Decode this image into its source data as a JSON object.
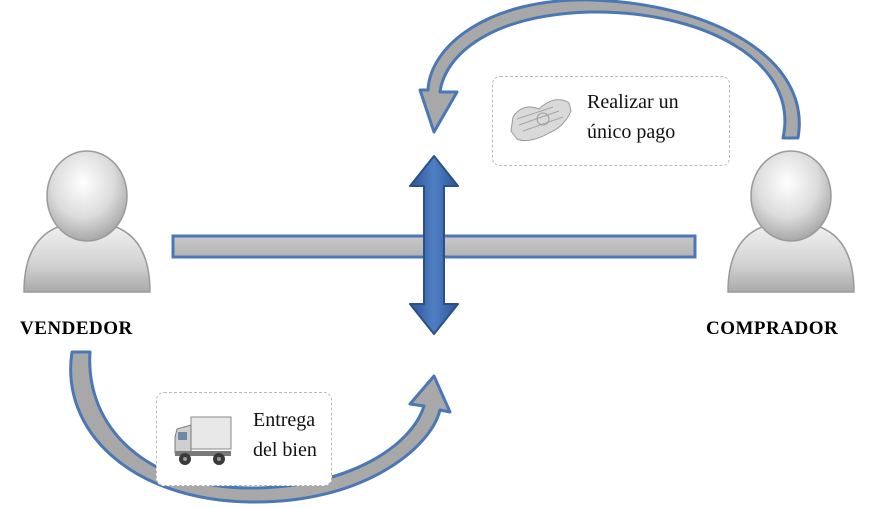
{
  "actors": {
    "seller": "VENDEDOR",
    "buyer": "COMPRADOR"
  },
  "notes": {
    "payment": {
      "line1": "Realizar un",
      "line2": "único pago",
      "icon": "banknote-icon"
    },
    "delivery": {
      "line1": "Entrega",
      "line2": "del bien",
      "icon": "truck-icon"
    }
  },
  "colors": {
    "arrow_fill": "#a9a9a9",
    "arrow_outline": "#4a77b5",
    "double_arrow": "#3b64a3",
    "person_fill": "#d6d6d6"
  }
}
